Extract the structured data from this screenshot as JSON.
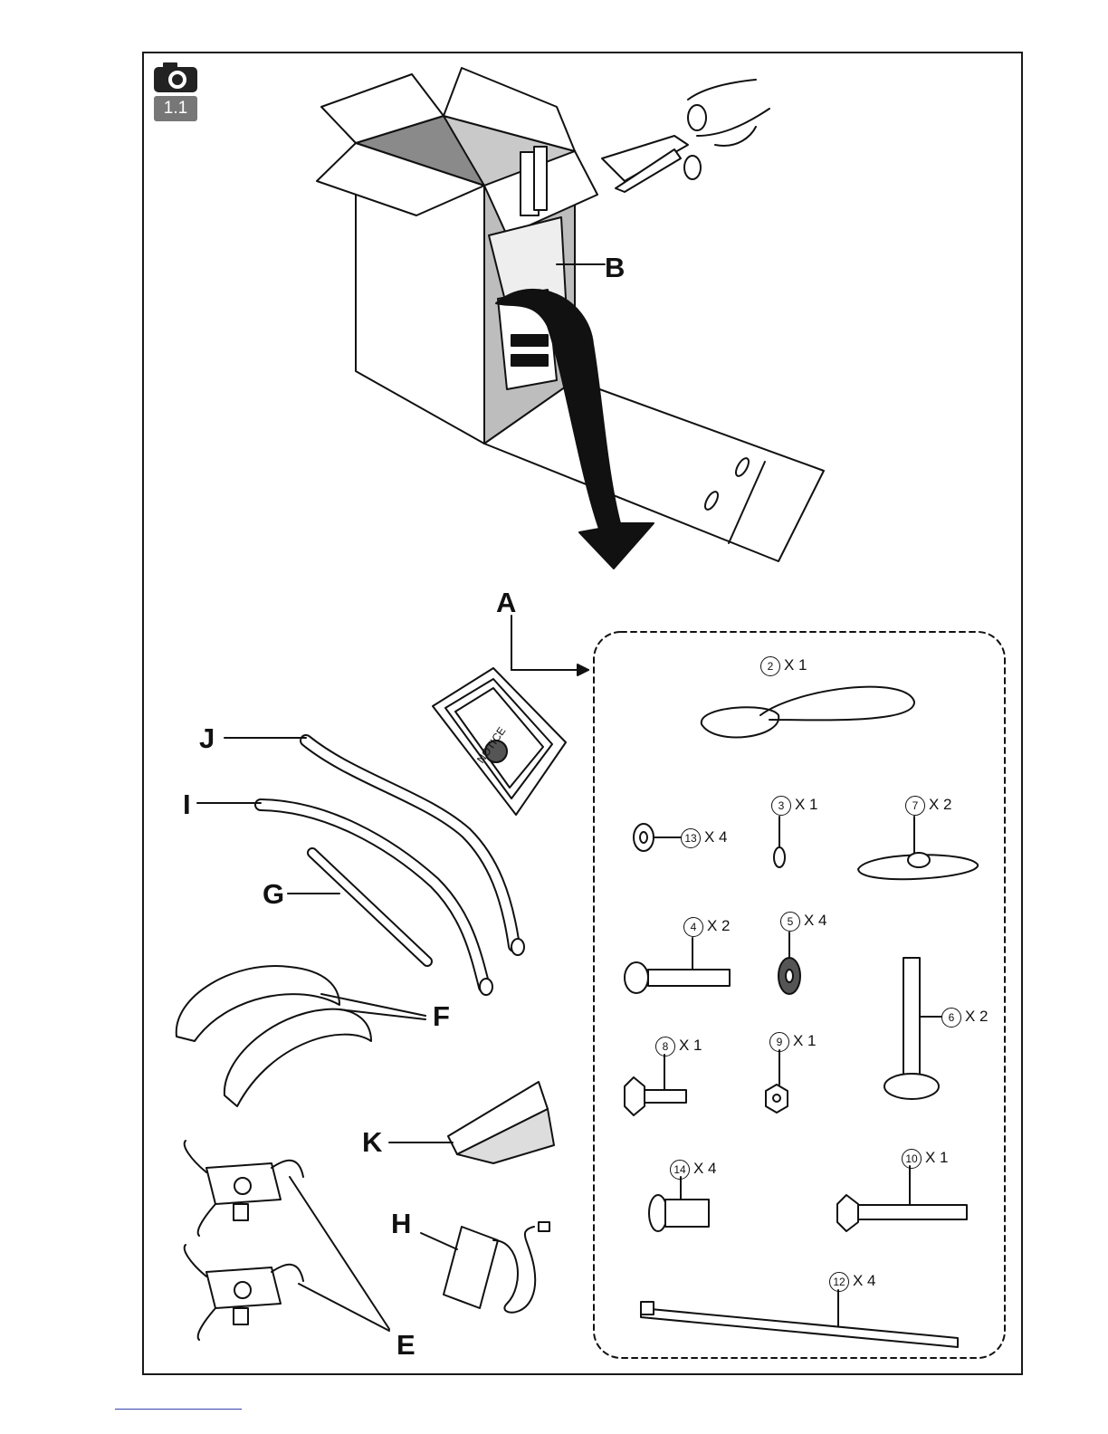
{
  "figure": {
    "number": "1.1",
    "icon": "camera-icon"
  },
  "labels": {
    "A": "A",
    "B": "B",
    "E": "E",
    "F": "F",
    "G": "G",
    "H": "H",
    "I": "I",
    "J": "J",
    "K": "K"
  },
  "manual_cover_text": "NOTICE",
  "parts": [
    {
      "num": "2",
      "qty": "X 1"
    },
    {
      "num": "13",
      "qty": "X 4"
    },
    {
      "num": "3",
      "qty": "X 1"
    },
    {
      "num": "7",
      "qty": "X 2"
    },
    {
      "num": "4",
      "qty": "X 2"
    },
    {
      "num": "5",
      "qty": "X 4"
    },
    {
      "num": "6",
      "qty": "X 2"
    },
    {
      "num": "8",
      "qty": "X 1"
    },
    {
      "num": "9",
      "qty": "X 1"
    },
    {
      "num": "14",
      "qty": "X 4"
    },
    {
      "num": "10",
      "qty": "X 1"
    },
    {
      "num": "12",
      "qty": "X 4"
    }
  ]
}
